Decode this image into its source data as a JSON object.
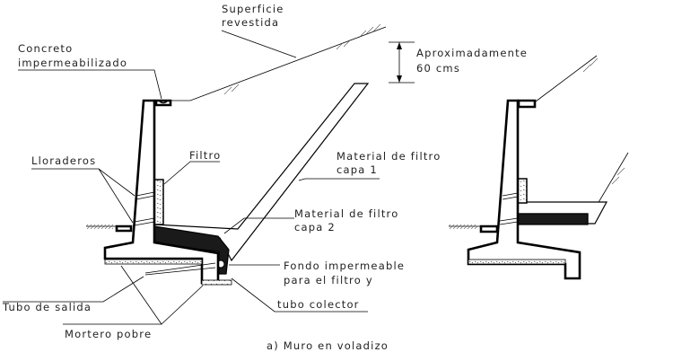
{
  "labels": {
    "superficie_1": "Superficie",
    "superficie_2": "revestida",
    "concreto_1": "Concreto",
    "concreto_2": "impermeabilizado",
    "aprox_1": "Aproximadamente",
    "aprox_2": "60 cms",
    "filtro": "Filtro",
    "lloraderos": "Lloraderos",
    "capa1_1": "Material de filtro",
    "capa1_2": "capa 1",
    "capa2_1": "Material de filtro",
    "capa2_2": "capa 2",
    "fondo_1": "Fondo impermeable",
    "fondo_2": "para el filtro y",
    "tubo_salida": "Tubo de salida",
    "tubo_colector": "tubo colector",
    "mortero": "Mortero pobre",
    "caption": "a) Muro en voladizo"
  }
}
